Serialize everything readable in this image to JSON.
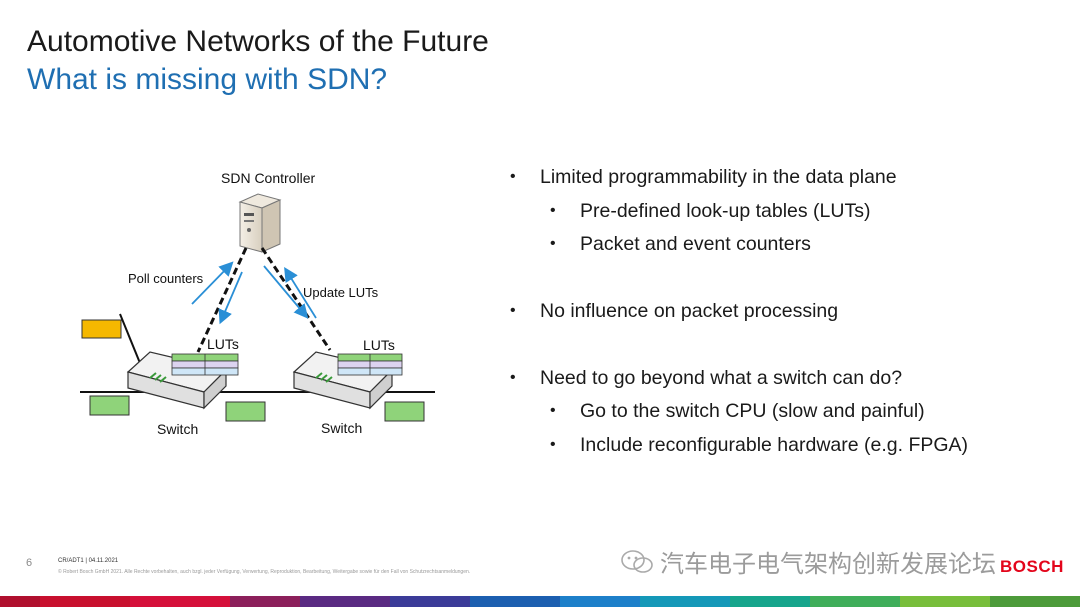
{
  "slide": {
    "title": "Automotive Networks of the Future",
    "subtitle": "What is missing with SDN?",
    "page_number": "6",
    "footer_ref": "CR/ADT1 | 04.11.2021",
    "footer_copyright": "© Robert Bosch GmbH 2021. Alle Rechte vorbehalten, auch bzgl. jeder Verfügung, Verwertung, Reproduktion, Bearbeitung, Weitergabe sowie für den Fall von Schutzrechtsanmeldungen.",
    "watermark": "汽车电子电气架构创新发展论坛",
    "logo": "BOSCH"
  },
  "diagram": {
    "controller_label": "SDN Controller",
    "poll_label": "Poll counters",
    "update_label": "Update LUTs",
    "luts_left": "LUTs",
    "luts_right": "LUTs",
    "switch_left": "Switch",
    "switch_right": "Switch"
  },
  "bullets": [
    {
      "level": 1,
      "text": "Limited programmability in the data plane"
    },
    {
      "level": 2,
      "text": "Pre-defined look-up tables (LUTs)"
    },
    {
      "level": 2,
      "text": "Packet and event counters"
    },
    {
      "level": 1,
      "text": "No influence on packet processing"
    },
    {
      "level": 1,
      "text": "Need to go beyond what a switch can do?"
    },
    {
      "level": 2,
      "text": "Go to the switch CPU (slow and painful)"
    },
    {
      "level": 2,
      "text": "Include reconfigurable hardware (e.g. FPGA)"
    }
  ],
  "colors": {
    "subtitle": "#1f6fb2",
    "arrow": "#2a8fd6",
    "node_green": "#8fd37a",
    "node_orange": "#f5b800",
    "bosch_red": "#e3051b"
  },
  "icons": [
    "server-icon",
    "switch-icon",
    "wechat-icon"
  ]
}
